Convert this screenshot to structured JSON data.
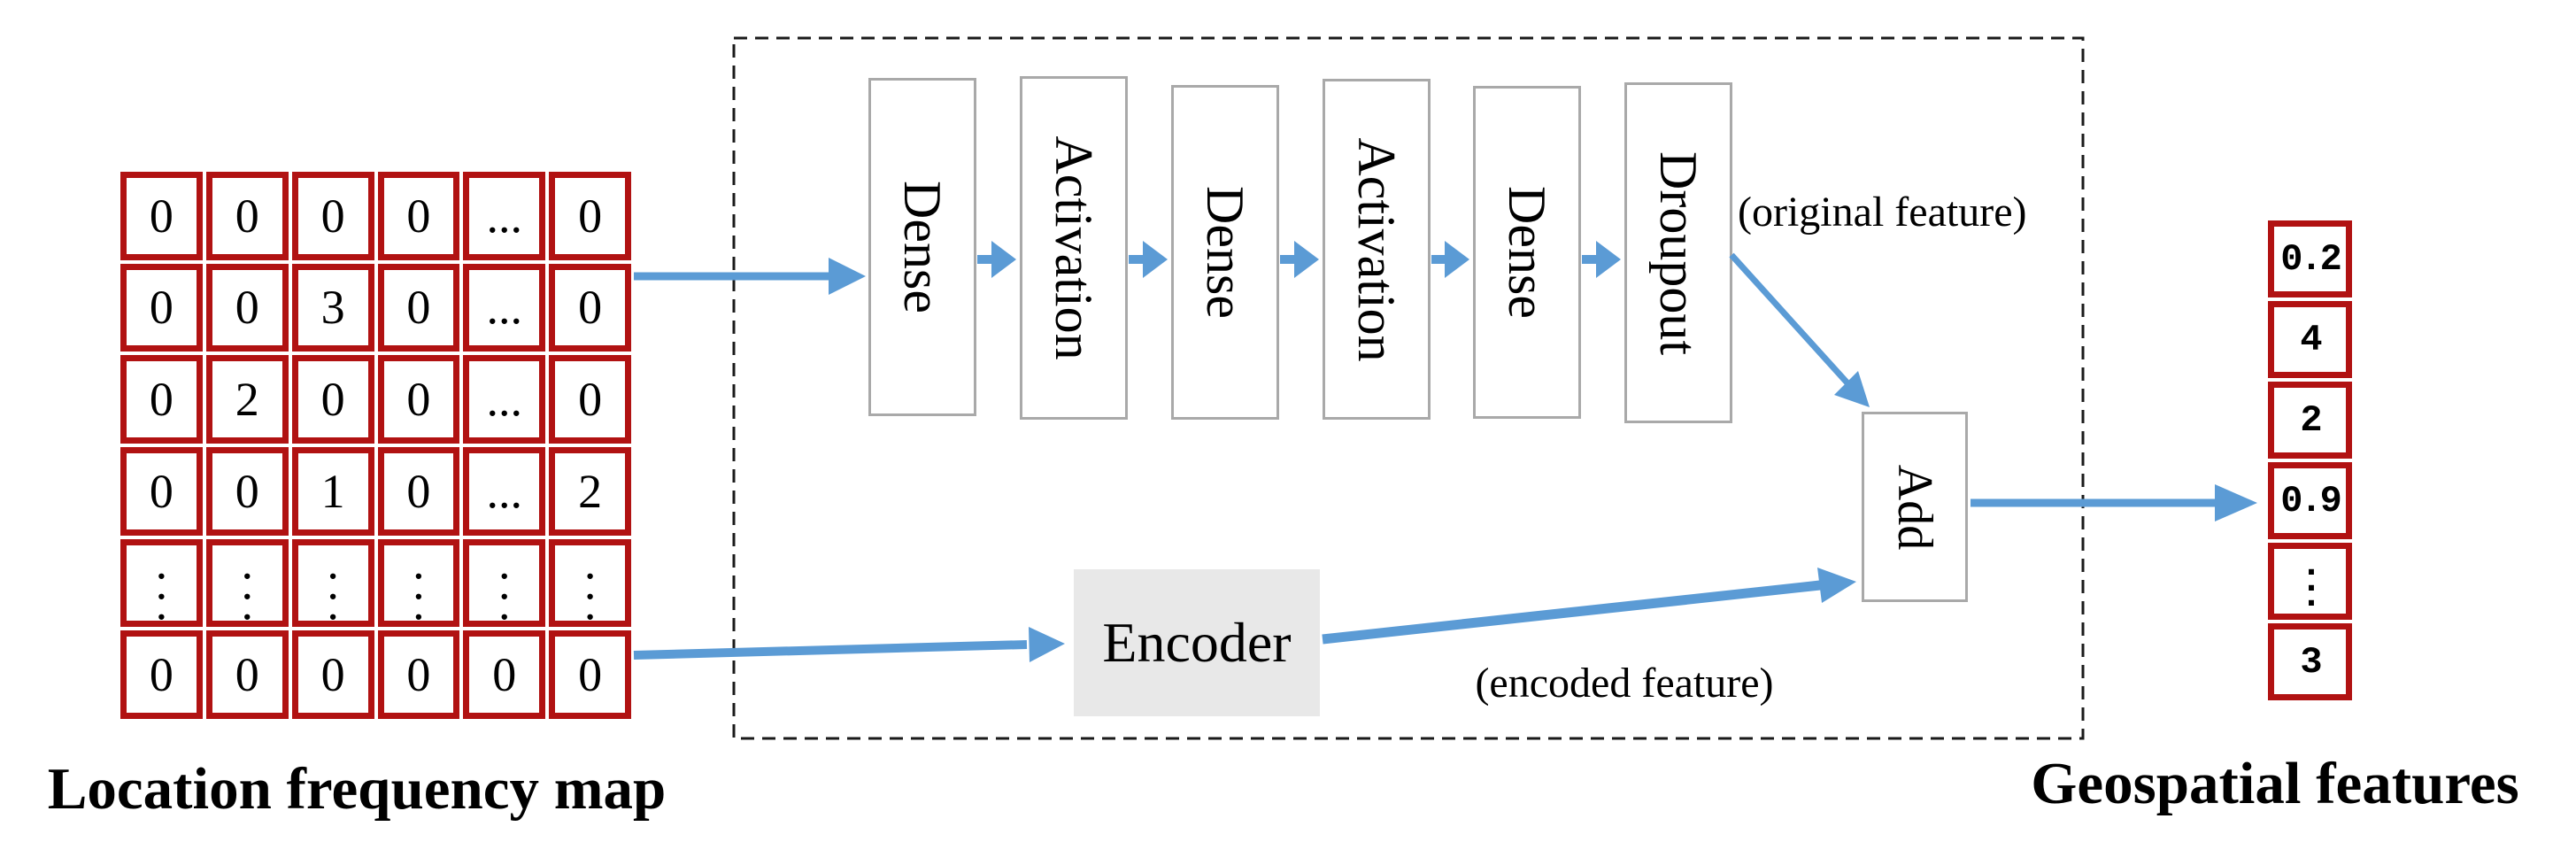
{
  "diagram": {
    "matrix": {
      "label": "Location frequency map",
      "rows": [
        [
          "0",
          "0",
          "0",
          "0",
          "...",
          "0"
        ],
        [
          "0",
          "0",
          "3",
          "0",
          "...",
          "0"
        ],
        [
          "0",
          "2",
          "0",
          "0",
          "...",
          "0"
        ],
        [
          "0",
          "0",
          "1",
          "0",
          "...",
          "2"
        ],
        [
          "⋮",
          "⋮",
          "⋮",
          "⋮",
          "⋮",
          "⋮"
        ],
        [
          "0",
          "0",
          "0",
          "0",
          "0",
          "0"
        ]
      ]
    },
    "pipeline": {
      "boxes": [
        {
          "label": "Dense"
        },
        {
          "label": "Activation"
        },
        {
          "label": "Dense"
        },
        {
          "label": "Activation"
        },
        {
          "label": "Dense"
        },
        {
          "label": "Droupout"
        }
      ],
      "encoder_label": "Encoder",
      "add_label": "Add",
      "original_feature_note": "(original feature)",
      "encoded_feature_note": "(encoded feature)"
    },
    "vector": {
      "label": "Geospatial features",
      "values": [
        "0.2",
        "4",
        "2",
        "0.9",
        "⋮",
        "3"
      ]
    },
    "colors": {
      "matrix_border": "#B11212",
      "arrow": "#5B9BD5",
      "box_border": "#A9A9A9",
      "encoder_fill": "#E8E8E8",
      "dash": "#1a1a1a"
    }
  }
}
